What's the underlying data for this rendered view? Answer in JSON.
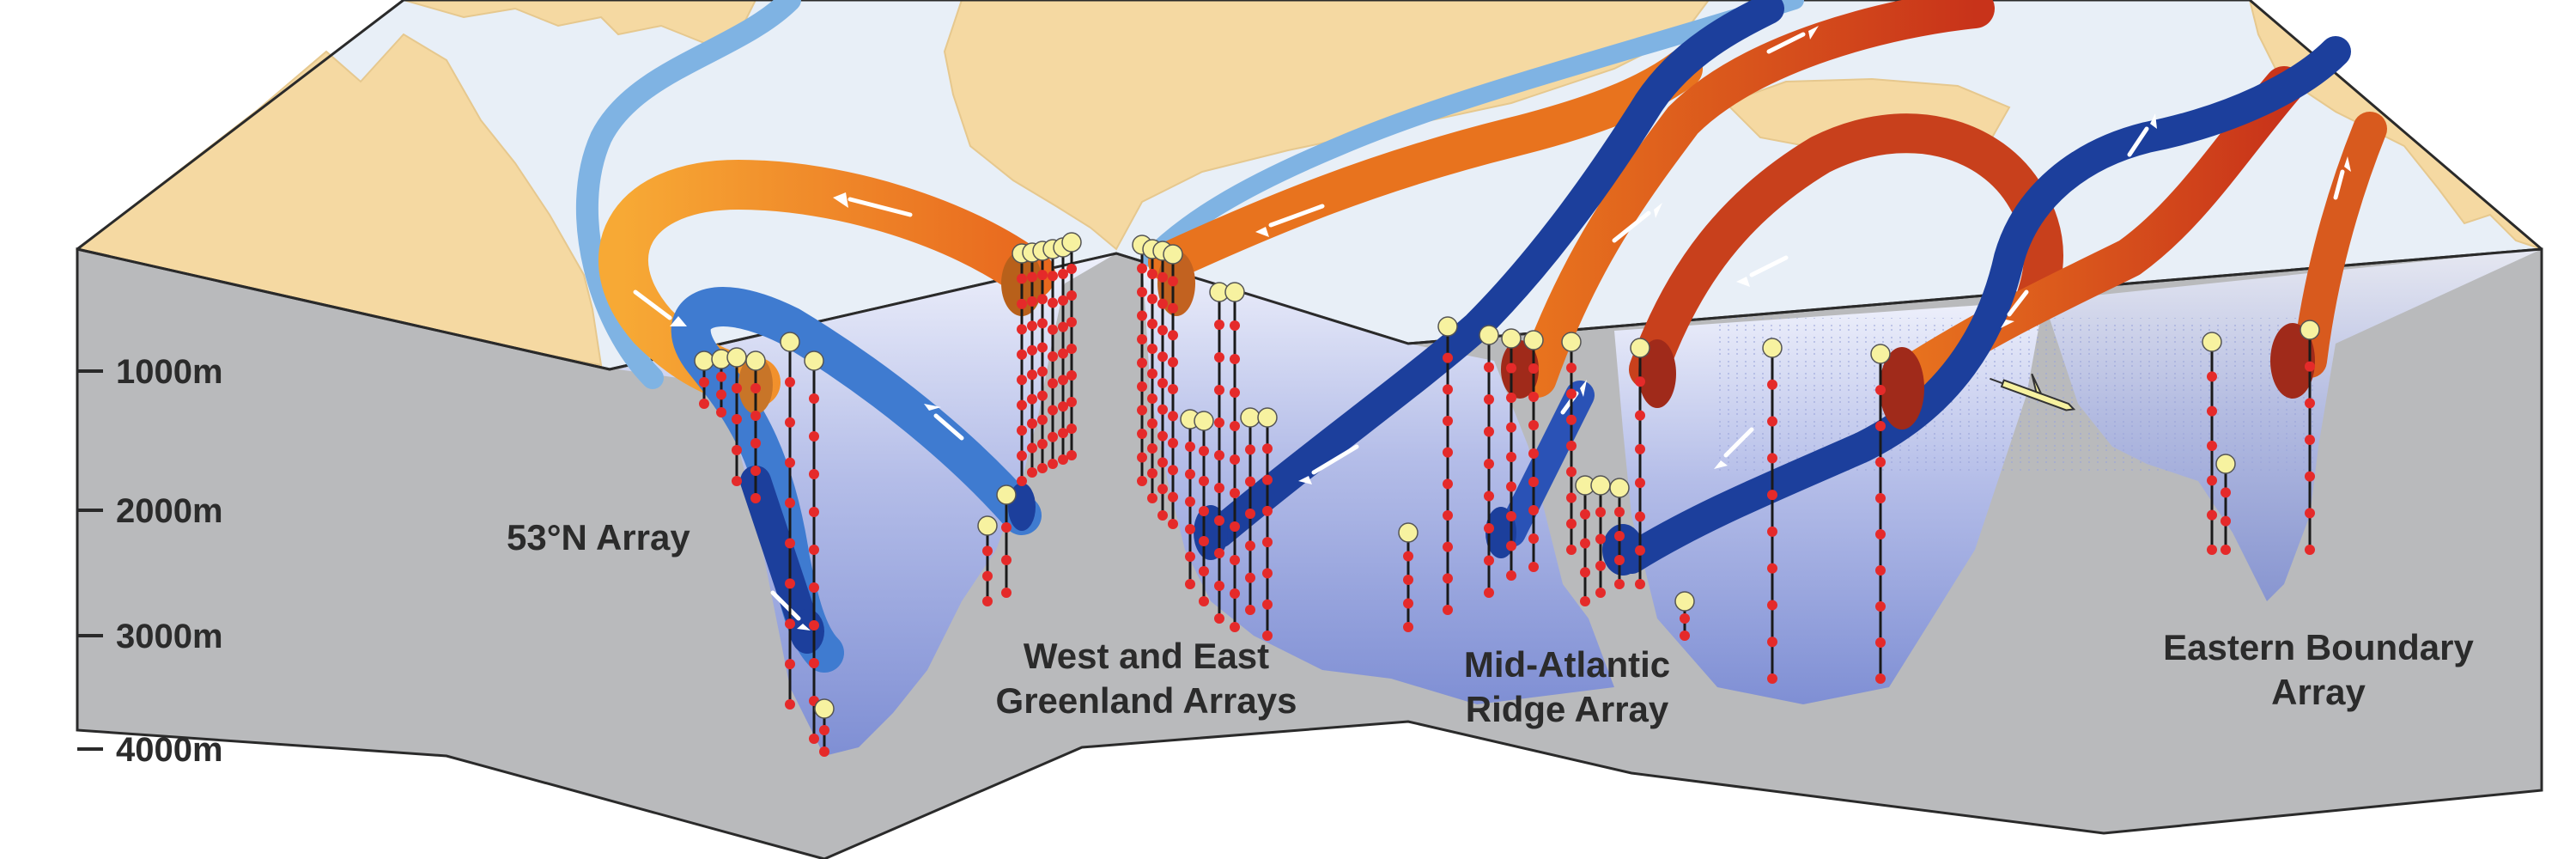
{
  "depth_labels": [
    "1000m",
    "2000m",
    "3000m",
    "4000m"
  ],
  "array_labels": {
    "n53": "53°N Array",
    "greenland_line1": "West and East",
    "greenland_line2": "Greenland Arrays",
    "mar_line1": "Mid-Atlantic",
    "mar_line2": "Ridge Array",
    "eastern_line1": "Eastern Boundary",
    "eastern_line2": "Array"
  },
  "colors": {
    "land": "#f5d9a2",
    "sea_surface": "#e8eff7",
    "seafloor": "#b9babc",
    "deep_water": "#8f9ad6",
    "warm_current": "#e86d1c",
    "warm_current_light": "#f59a2a",
    "cold_deep_current": "#1c3f9c",
    "cold_intermediate_current": "#3f7bd0",
    "light_current": "#7fb3e3",
    "mooring_line": "#1a1a1a",
    "instrument": "#e52a2a",
    "float": "#f7f2a0"
  },
  "icons": [
    "glider-icon",
    "arrow-icon"
  ]
}
